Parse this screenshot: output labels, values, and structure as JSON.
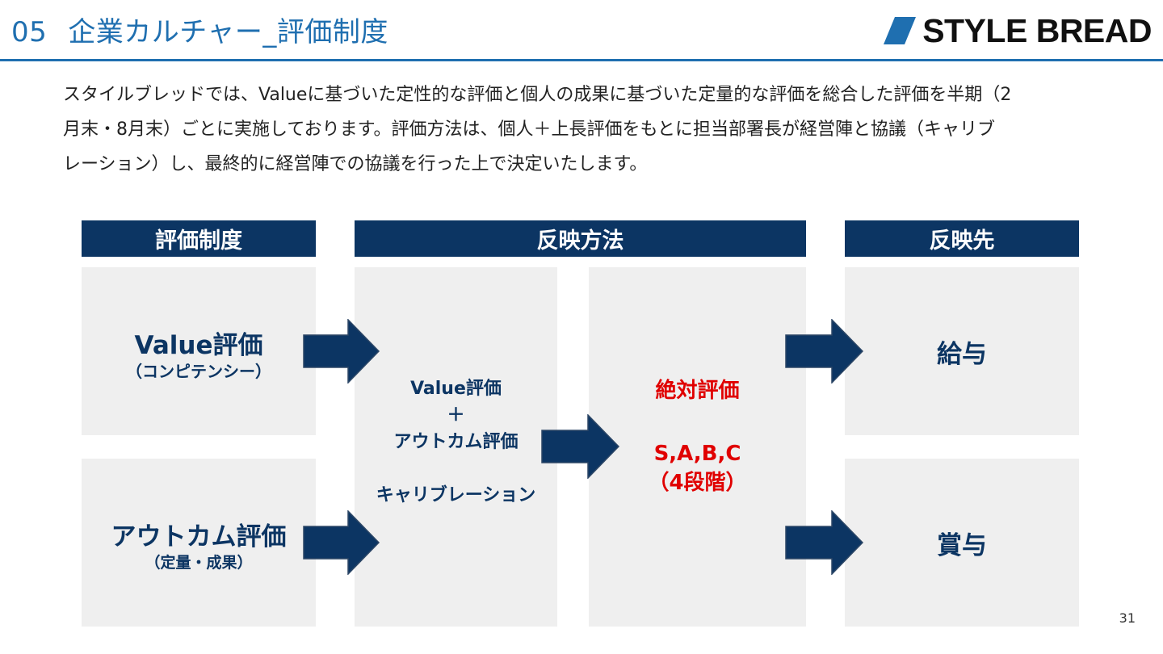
{
  "header": {
    "section_number": "05",
    "title": "企業カルチャー_評価制度",
    "logo_text": "STYLE BREAD"
  },
  "intro": {
    "lines": [
      "スタイルブレッドでは、Valueに基づいた定性的な評価と個人の成果に基づいた定量的な評価を総合した評価を半期（2",
      "月末・8月末）ごとに実施しております。評価方法は、個人＋上長評価をもとに担当部署長が経営陣と協議（キャリブ",
      "レーション）し、最終的に経営陣での協議を行った上で決定いたします。"
    ]
  },
  "columns": {
    "system_header": "評価制度",
    "method_header": "反映方法",
    "target_header": "反映先"
  },
  "system": {
    "value_title": "Value評価",
    "value_sub": "（コンピテンシー）",
    "outcome_title": "アウトカム評価",
    "outcome_sub": "（定量・成果）"
  },
  "method": {
    "line1": "Value評価",
    "line2": "＋",
    "line3": "アウトカム評価",
    "line4": "キャリブレーション"
  },
  "result": {
    "line1": "絶対評価",
    "line2": "S,A,B,C",
    "line3": "（4段階）"
  },
  "targets": {
    "salary": "給与",
    "bonus": "賞与"
  },
  "page_number": "31",
  "colors": {
    "brand_blue": "#1f6fb0",
    "navy": "#0c3563",
    "accent_red": "#e00000",
    "box_gray": "#efefef"
  }
}
